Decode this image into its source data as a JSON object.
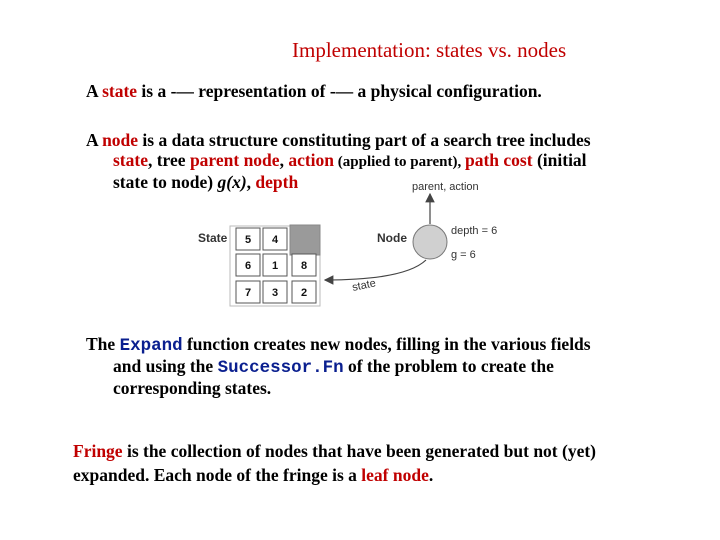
{
  "title": "Implementation: states vs. nodes",
  "p1": {
    "t1": "A ",
    "state": "state",
    "t2": " is a -— representation of -— a physical configuration."
  },
  "p2": {
    "t1": "A ",
    "node": "node",
    "t2": " is a data structure constituting part of a search tree includes",
    "state": "state",
    "t3": ", tree ",
    "parent_node": "parent node",
    "t4": ", ",
    "action": "action",
    "t5": " (applied to parent), ",
    "path_cost": "path cost",
    "t6": " (initial",
    "t7": "state to node) ",
    "gx": "g(x)",
    "t8": ", ",
    "depth": "depth"
  },
  "diagram": {
    "state_label": "State",
    "node_label": "Node",
    "parent_action": "parent, action",
    "depth_eq": "depth = 6",
    "g_eq": "g = 6",
    "state_arrow": "state",
    "grid": [
      [
        "5",
        "4",
        ""
      ],
      [
        "6",
        "1",
        "8"
      ],
      [
        "7",
        "3",
        "2"
      ]
    ]
  },
  "p3": {
    "t1": "The ",
    "expand": "Expand",
    "t2": " function creates new nodes, filling in the various fields",
    "t3": "and using the ",
    "successor": "Successor.Fn",
    "t4": " of the problem to create the",
    "t5": "corresponding states."
  },
  "p4": {
    "fringe": "Fringe",
    "t1": " is the collection of nodes that have been generated but not (yet)",
    "t2": "expanded. Each node of the fringe is a ",
    "leaf_node": "leaf node",
    "t3": "."
  },
  "colors": {
    "accent": "#c00000",
    "code": "#0a1f8f",
    "node_fill": "#d0d0d0"
  }
}
